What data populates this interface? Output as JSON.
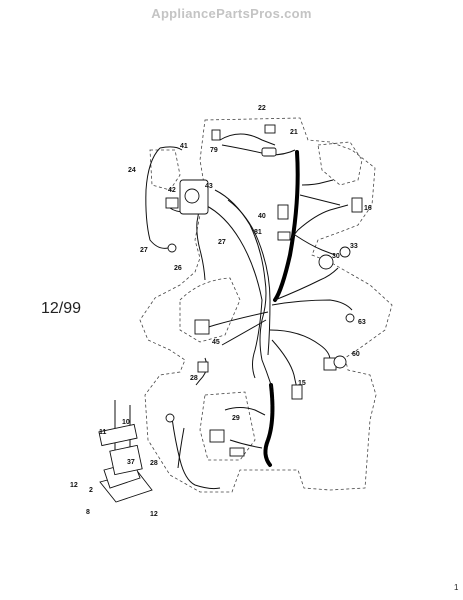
{
  "header": {
    "watermark": "AppliancePartsPros.com"
  },
  "diagram": {
    "date_label": "12/99",
    "corner_mark": "1",
    "callouts": [
      "22",
      "21",
      "79",
      "41",
      "24",
      "43",
      "42",
      "40",
      "16",
      "81",
      "27",
      "27",
      "33",
      "30",
      "26",
      "63",
      "45",
      "28",
      "60",
      "15",
      "29",
      "10",
      "11",
      "12",
      "37",
      "2",
      "8",
      "12",
      "28"
    ]
  }
}
